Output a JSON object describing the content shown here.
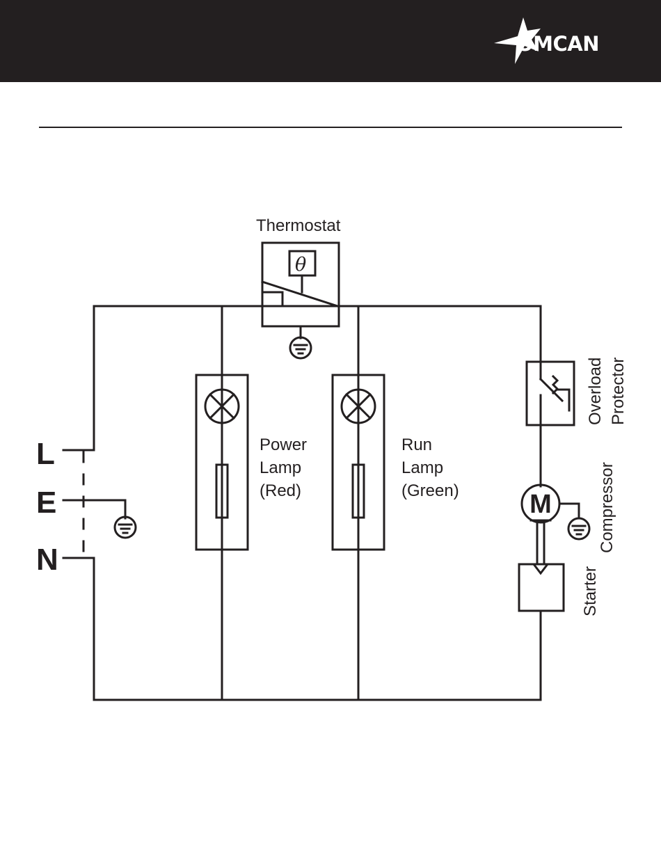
{
  "header": {
    "brand": "OMCAN",
    "background": "#231f20"
  },
  "diagram": {
    "thermostat_label": "Thermostat",
    "thermostat_symbol": "θ",
    "power_lamp_label": [
      "Power",
      "Lamp",
      "(Red)"
    ],
    "run_lamp_label": [
      "Run",
      "Lamp",
      "(Green)"
    ],
    "overload_label": [
      "Overload",
      "Protector"
    ],
    "compressor_label": "Compressor",
    "motor_symbol": "M",
    "starter_label": "Starter",
    "terminals": {
      "l": "L",
      "e": "E",
      "n": "N"
    }
  }
}
